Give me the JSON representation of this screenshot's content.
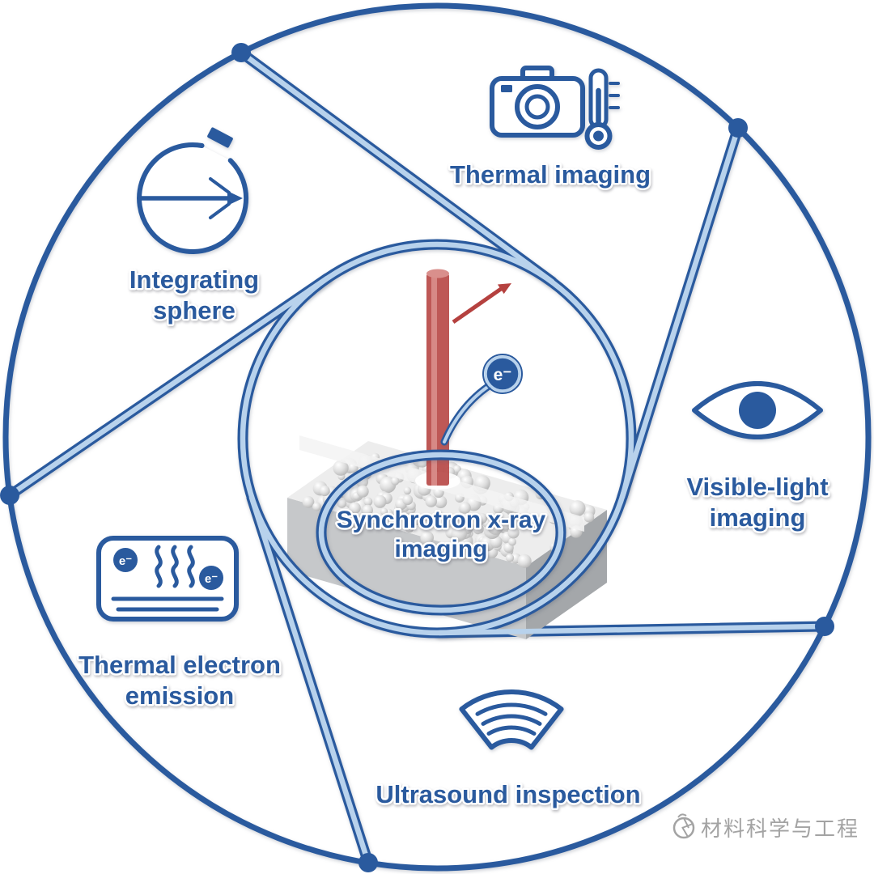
{
  "colors": {
    "primary_blue": "#2a5a9e",
    "tube_light_blue": "#b8d2ec",
    "laser_red": "#b5413f",
    "laser_red_light": "#d98f8c",
    "block_front": "#c6c8ca",
    "block_side": "#a4a7aa",
    "block_top": "#ededed",
    "watermark_gray": "#a3a3a3"
  },
  "center": {
    "label_line1": "Synchrotron x-ray",
    "label_line2": "imaging",
    "electron_badge": "e⁻"
  },
  "techniques": {
    "thermal_imaging": {
      "label": "Thermal imaging",
      "icon": "camera-thermometer-icon"
    },
    "visible_light": {
      "line1": "Visible-light",
      "line2": "imaging",
      "icon": "eye-icon"
    },
    "ultrasound": {
      "label": "Ultrasound inspection",
      "icon": "ultrasound-waves-icon"
    },
    "thermal_electron": {
      "line1": "Thermal electron",
      "line2": "emission",
      "icon": "electron-emission-icon",
      "electron_badge_1": "e⁻",
      "electron_badge_2": "e⁻"
    },
    "integrating_sphere": {
      "line1": "Integrating",
      "line2": "sphere",
      "icon": "integrating-sphere-icon"
    }
  },
  "watermark": {
    "text": "材料科学与工程",
    "icon": "aperture-logo-icon"
  }
}
